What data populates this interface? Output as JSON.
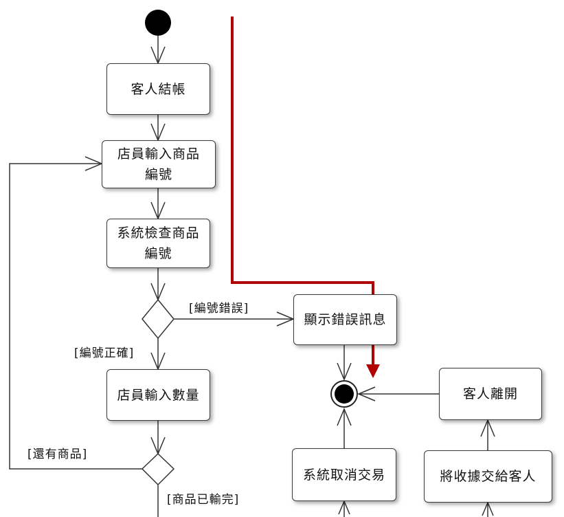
{
  "activities": {
    "checkout": "客人結帳",
    "input_item": "店員輸入商品\n編號",
    "check_item": "系統檢查商品\n編號",
    "show_error": "顯示錯誤訊息",
    "input_qty": "店員輸入數量",
    "customer_leaves": "客人離開",
    "cancel_tx": "系統取消交易",
    "give_receipt": "將收據交給客人"
  },
  "guards": {
    "code_error": "[編號錯誤]",
    "code_correct": "[編號正確]",
    "more_items": "[還有商品]",
    "items_done": "[商品已輸完]"
  },
  "colors": {
    "line": "#333333",
    "highlight": "#b00000",
    "node_fill": "#000000"
  }
}
